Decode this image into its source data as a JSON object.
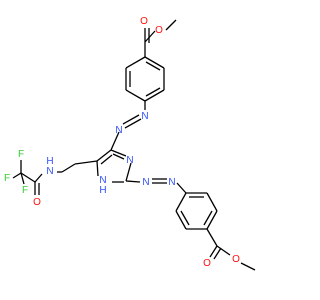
{
  "colors": {
    "carbon_bond": "#000000",
    "oxygen": "#ff0d0d",
    "nitrogen": "#3050f8",
    "fluorine": "#33cc33"
  },
  "atoms": {
    "o_top_ester_carbonyl": "O",
    "o_top_ester_methoxy": "O",
    "n_azo1_upper": "N",
    "n_azo1_lower": "N",
    "n_ring_3": "N",
    "n_ring_1h": "N",
    "h_ring_1": "H",
    "n_azo2_left": "N",
    "n_azo2_right": "N",
    "n_amide": "N",
    "h_amide": "H",
    "o_amide": "O",
    "f_1": "F",
    "f_2": "F",
    "f_3": "F",
    "o_bottom_ester_carbonyl": "O",
    "o_bottom_ester_methoxy": "O"
  }
}
